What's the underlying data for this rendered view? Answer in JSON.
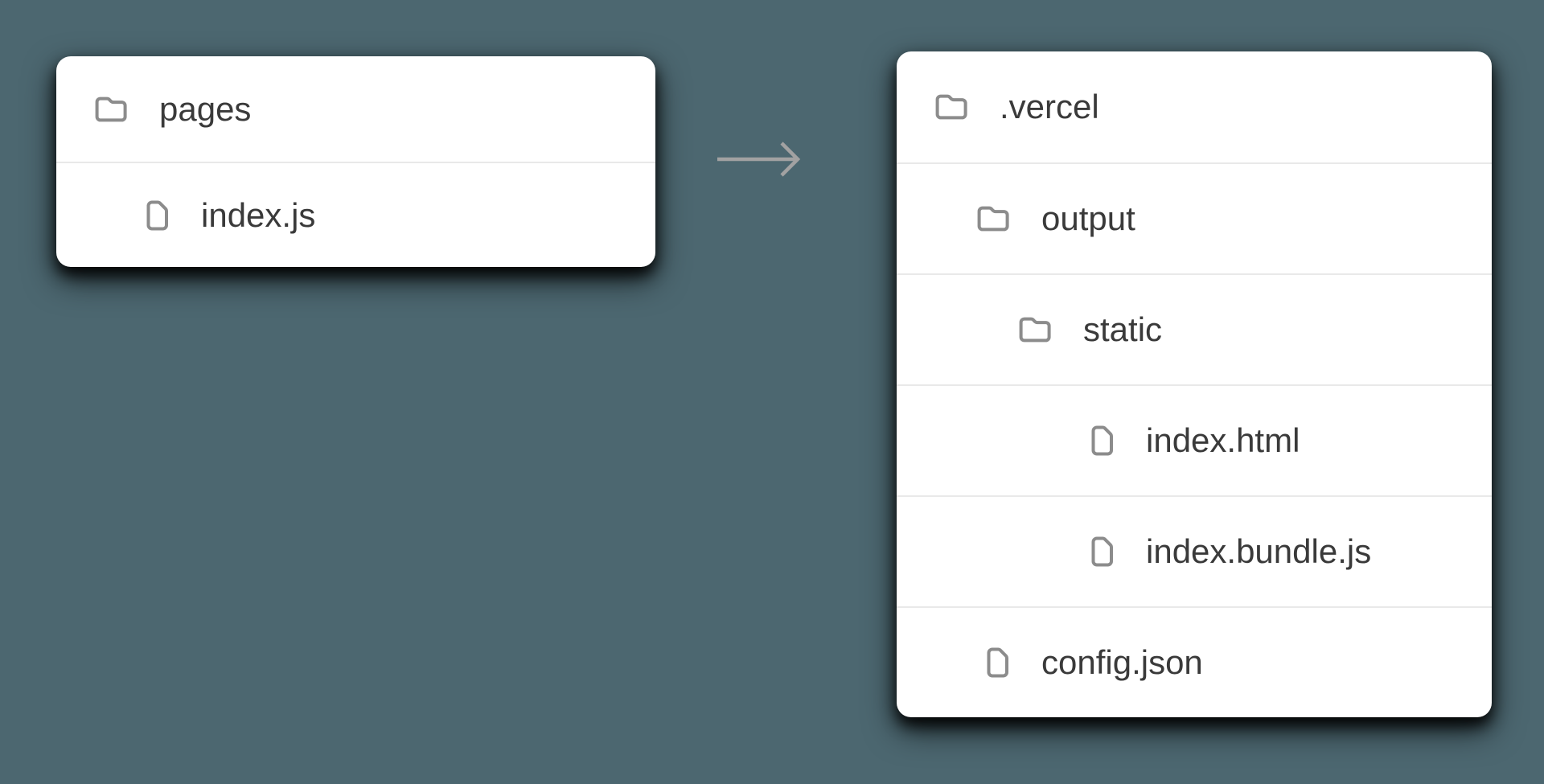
{
  "colors": {
    "background": "#4C6770",
    "card": "#FFFFFF",
    "divider": "#E9E9E9",
    "icon_stroke": "#8C8C8C",
    "text": "#3A3A3A",
    "arrow": "#A2A2A2"
  },
  "icons": {
    "folder": "folder-icon",
    "file": "file-icon",
    "arrow": "arrow-right-icon"
  },
  "source_card": {
    "items": [
      {
        "label": "pages",
        "type": "folder",
        "depth": 0
      },
      {
        "label": "index.js",
        "type": "file",
        "depth": 1
      }
    ]
  },
  "arrow": {
    "direction": "right"
  },
  "output_card": {
    "items": [
      {
        "label": ".vercel",
        "type": "folder",
        "depth": 0
      },
      {
        "label": "output",
        "type": "folder",
        "depth": 1
      },
      {
        "label": "static",
        "type": "folder",
        "depth": 2
      },
      {
        "label": "index.html",
        "type": "file",
        "depth": 3
      },
      {
        "label": "index.bundle.js",
        "type": "file",
        "depth": 3
      },
      {
        "label": "config.json",
        "type": "file",
        "depth": 1
      }
    ]
  }
}
